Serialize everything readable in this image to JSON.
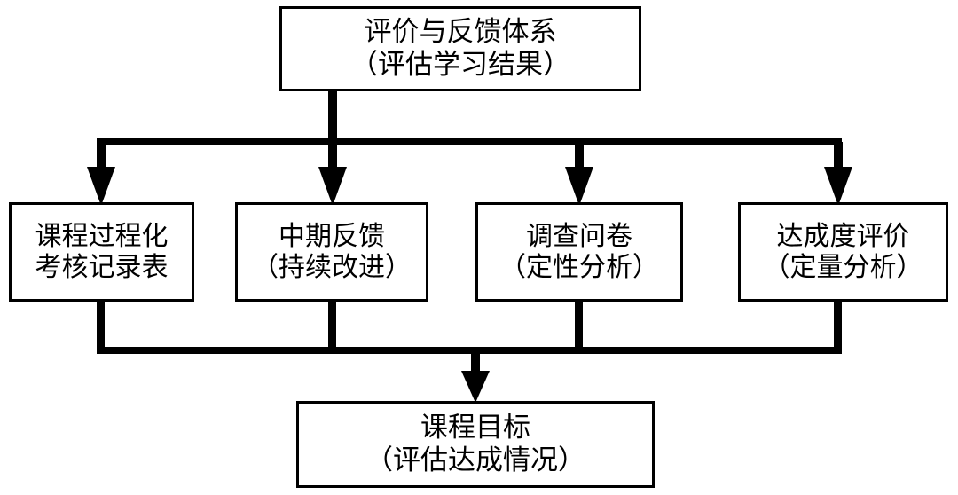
{
  "diagram": {
    "type": "flowchart",
    "title": "评价与反馈体系",
    "root": {
      "line1": "评价与反馈体系",
      "line2": "（评估学习结果）"
    },
    "methods": [
      {
        "line1": "课程过程化",
        "line2": "考核记录表"
      },
      {
        "line1": "中期反馈",
        "line2": "（持续改进）"
      },
      {
        "line1": "调查问卷",
        "line2": "（定性分析）"
      },
      {
        "line1": "达成度评价",
        "line2": "（定量分析）"
      }
    ],
    "goal": {
      "line1": "课程目标",
      "line2": "（评估达成情况）"
    },
    "colors": {
      "stroke": "#000000",
      "fill": "#ffffff",
      "text": "#000000"
    }
  }
}
